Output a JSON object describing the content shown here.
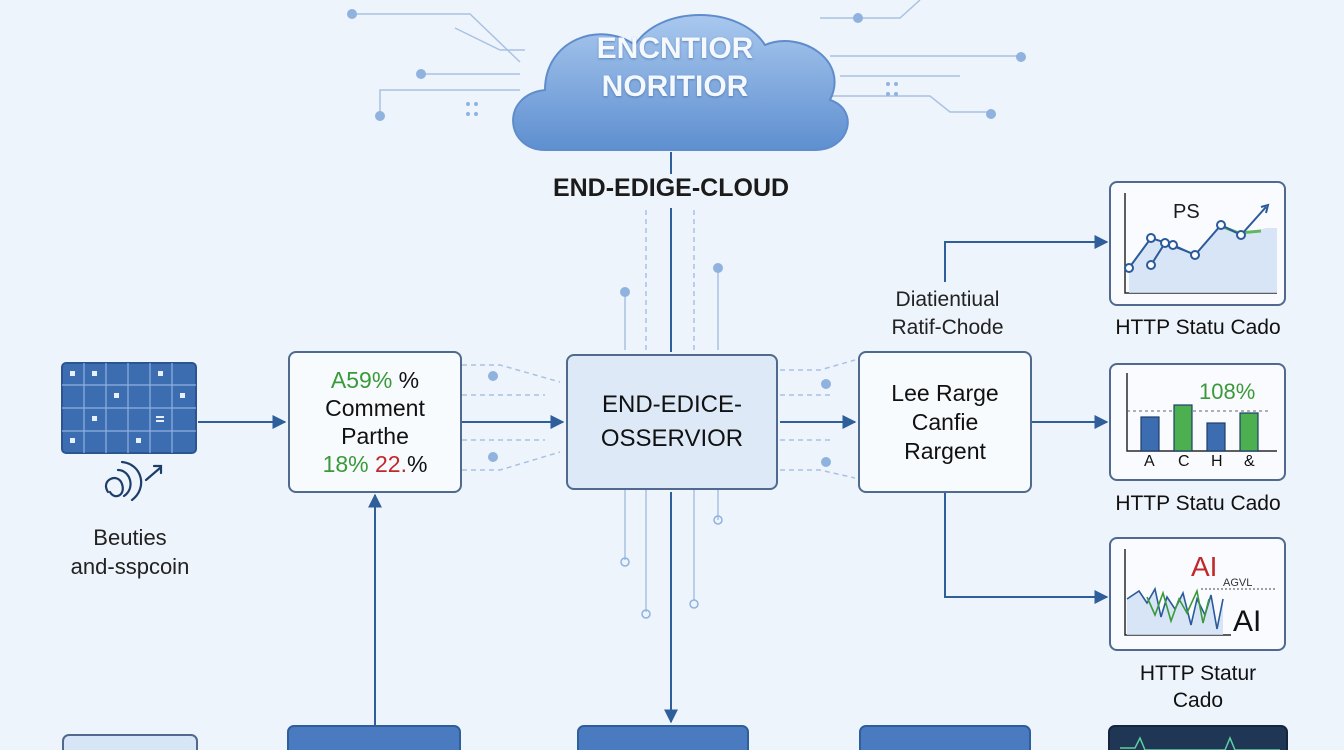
{
  "cloud": {
    "line1": "ENCNTIOR",
    "line2": "NORITIOR"
  },
  "cloud_label": "END-EDIGE-CLOUD",
  "device": {
    "caption_line1": "Beuties",
    "caption_line2": "and-sspcoin"
  },
  "comment_box": {
    "line1": "A59%",
    "line1_suffix": "%",
    "line2": "Comment",
    "line3": "Parthe",
    "line4_green": "18%",
    "line4_red": "22.",
    "line4_suffix": "%"
  },
  "observer_box": {
    "line1": "END-EDICE-",
    "line2": "OSSERVIOR"
  },
  "range_box": {
    "line1": "Lee Rarge",
    "line2": "Canfie",
    "line3": "Rargent"
  },
  "differential_label": {
    "line1": "Diatientiual",
    "line2": "Ratif-Chode"
  },
  "charts": [
    {
      "title": "PS",
      "caption": "HTTP Statu Cado"
    },
    {
      "value_label": "108%",
      "categories": [
        "A",
        "C",
        "H",
        "&"
      ],
      "caption": "HTTP Statu Cado"
    },
    {
      "label_top": "AI",
      "label_small": "AGVL",
      "label_bottom": "AI",
      "caption_line1": "HTTP Statur",
      "caption_line2": "Cado"
    }
  ],
  "colors": {
    "accent": "#2f5f9a",
    "green": "#3a9a3a",
    "red": "#c0282c",
    "box_border": "#4f6a8e"
  }
}
